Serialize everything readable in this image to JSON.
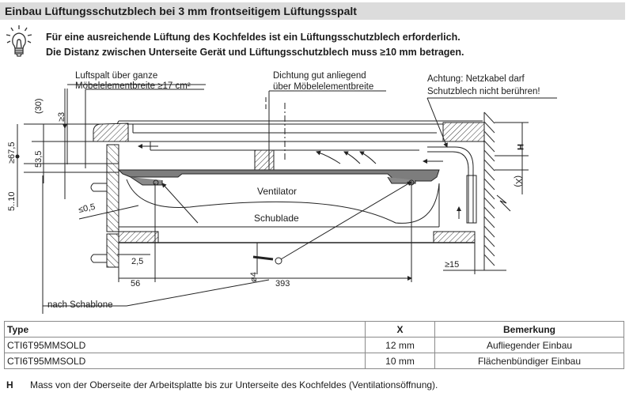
{
  "header": {
    "title": "Einbau Lüftungsschutzblech bei 3 mm frontseitigem Lüftungsspalt"
  },
  "hint": {
    "icon": "lightbulb-icon",
    "line1": "Für eine ausreichende Lüftung des Kochfeldes ist ein Lüftungsschutzblech erforderlich.",
    "line2": "Die Distanz zwischen Unterseite Gerät und Lüftungsschutzblech muss ≥10 mm betragen."
  },
  "drawing": {
    "callouts": {
      "luftspalt_1": "Luftspalt über ganze",
      "luftspalt_2": "Möbelelementbreite ≥17 cm²",
      "dichtung_1": "Dichtung gut anliegend",
      "dichtung_2": "über Möbelelementbreite",
      "achtung_1": "Achtung: Netzkabel darf",
      "achtung_2": "Schutzblech nicht berühren!",
      "ventilator": "Ventilator",
      "schublade": "Schublade",
      "schablone": "nach Schablone"
    },
    "dimensions": {
      "d30": "(30)",
      "d3": "≥3",
      "d675": "≥67,5",
      "d535": "53,5",
      "d510": "5..10",
      "d05": "≤0,5",
      "d25": "2,5",
      "d56": "56",
      "d393": "393",
      "d4": "ø4",
      "d15": "≥15",
      "dH": "H",
      "dX": "(X)"
    }
  },
  "table": {
    "headers": [
      "Type",
      "X",
      "Bemerkung"
    ],
    "rows": [
      [
        "CTI6T95MMSOLD",
        "12 mm",
        "Aufliegender Einbau"
      ],
      [
        "CTI6T95MMSOLD",
        "10 mm",
        "Flächenbündiger Einbau"
      ]
    ]
  },
  "footnote": {
    "key": "H",
    "text": "Mass von der Oberseite der Arbeitsplatte bis zur Unterseite des Kochfeldes (Ventilationsöffnung)."
  }
}
